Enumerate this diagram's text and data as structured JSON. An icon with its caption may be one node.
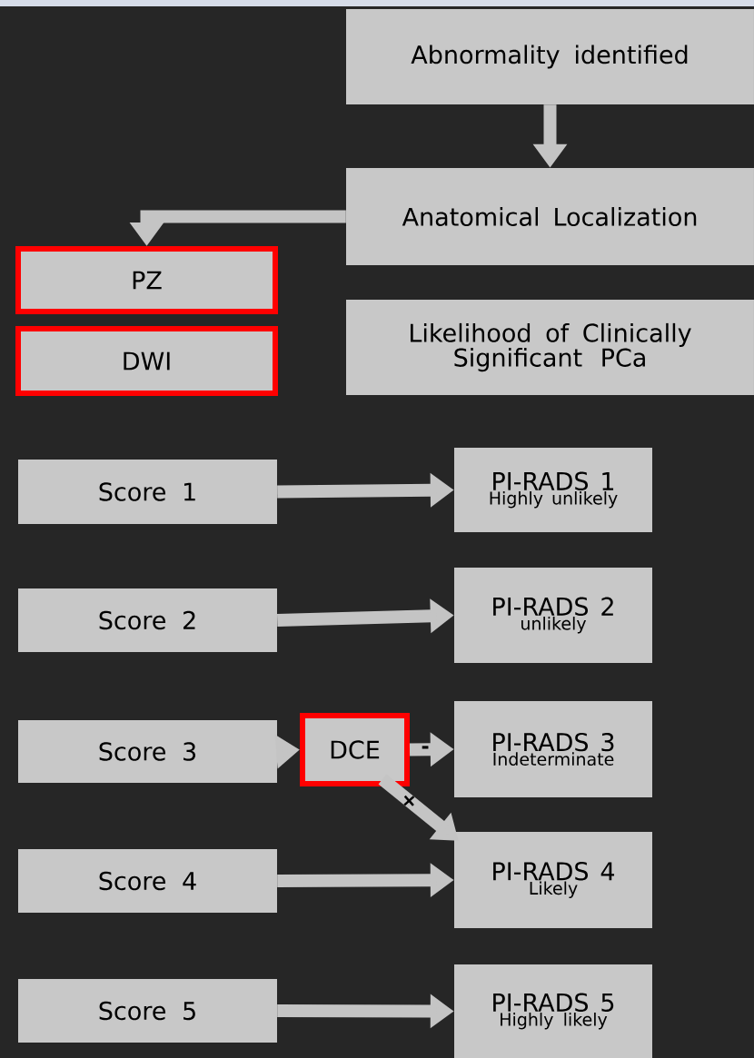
{
  "diagram": {
    "nodes": [
      {
        "text": [
          "Abnormality identified"
        ]
      },
      {
        "text": [
          "Anatomical Localization"
        ]
      },
      {
        "text": [
          "PZ"
        ]
      },
      {
        "text": [
          "DWI"
        ]
      },
      {
        "text": [
          "Likelihood of Clinically Significant PCa"
        ]
      },
      {
        "text": [
          "Score 1"
        ]
      },
      {
        "text": [
          "PI-RADS 1",
          "Highly unlikely"
        ]
      },
      {
        "text": [
          "Score 2"
        ]
      },
      {
        "text": [
          "PI-RADS 2",
          "unlikely"
        ]
      },
      {
        "text": [
          "Score 3"
        ]
      },
      {
        "text": [
          "DCE"
        ]
      },
      {
        "text": [
          "PI-RADS 3",
          "Indeterminate"
        ]
      },
      {
        "text": [
          "Score 4"
        ]
      },
      {
        "text": [
          "PI-RADS 4",
          "Likely"
        ]
      },
      {
        "text": [
          "Score 5"
        ]
      },
      {
        "text": [
          "PI-RADS 5",
          "Highly likely"
        ]
      }
    ],
    "edges": [
      {
        "from": 0,
        "to": 1,
        "arrow": "to"
      },
      {
        "from": 1,
        "to": 2,
        "arrow": "to"
      },
      {
        "from": 5,
        "to": 6,
        "arrow": "to"
      },
      {
        "from": 7,
        "to": 8,
        "arrow": "to"
      },
      {
        "from": 9,
        "to": 10,
        "arrow": "to"
      },
      {
        "from": 10,
        "to": 11,
        "arrow": "to",
        "label": "-"
      },
      {
        "from": 10,
        "to": 13,
        "arrow": "to",
        "label": "+"
      },
      {
        "from": 12,
        "to": 13,
        "arrow": "to"
      },
      {
        "from": 14,
        "to": 15,
        "arrow": "to"
      }
    ]
  }
}
